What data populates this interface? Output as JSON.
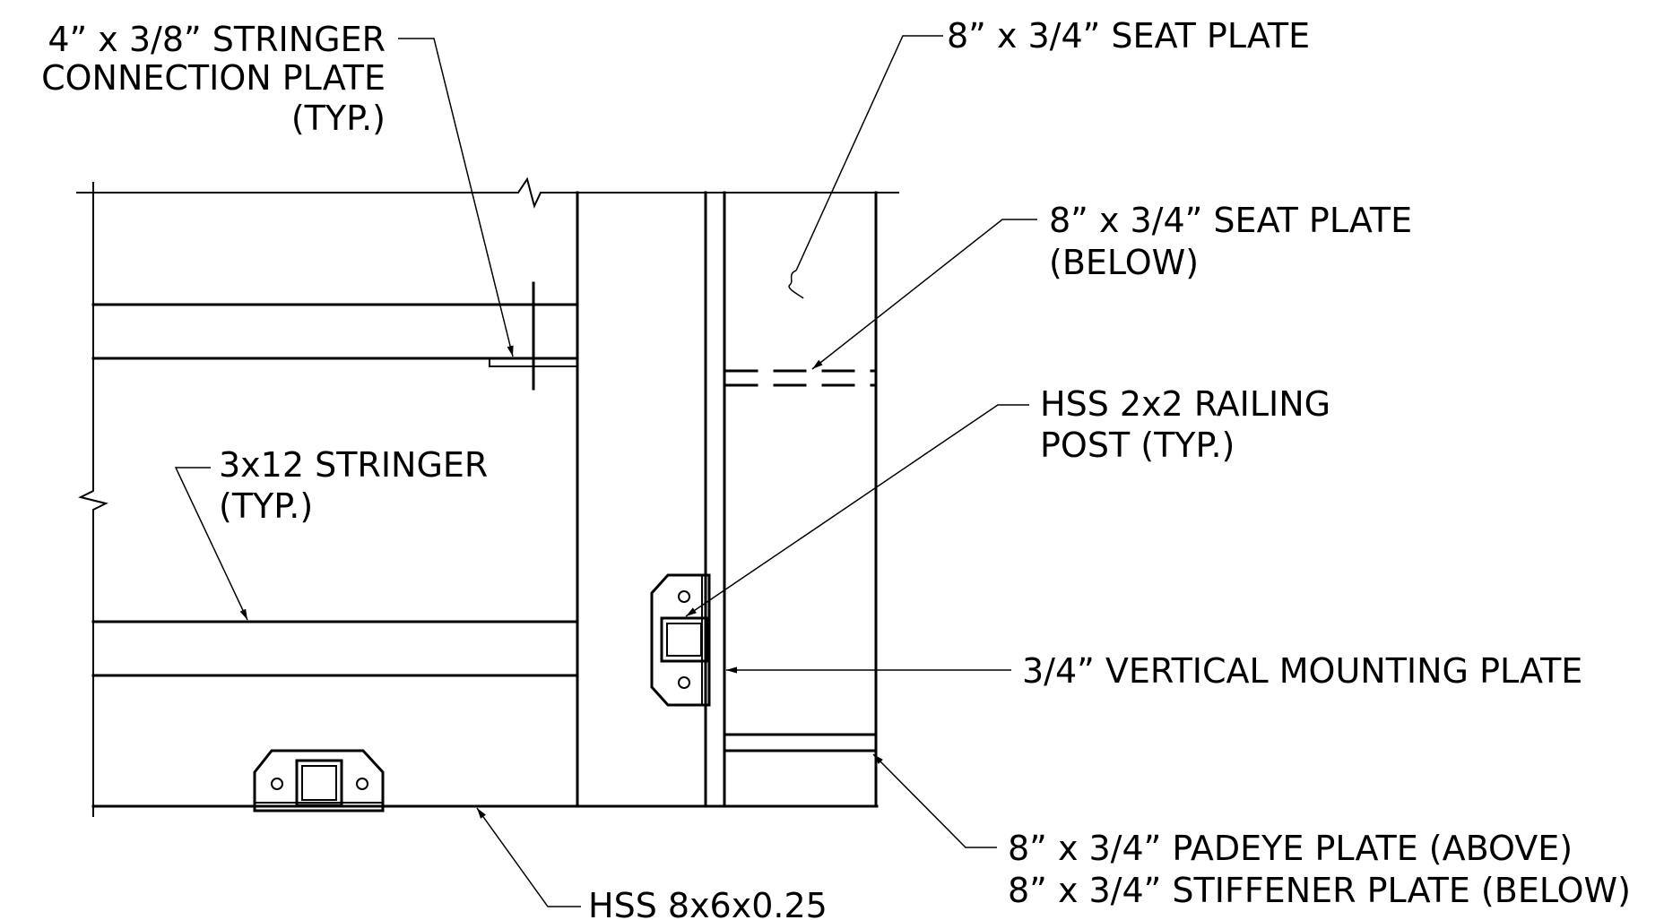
{
  "labels": {
    "stringer_conn": {
      "line1": "4” x 3/8” STRINGER",
      "line2": "CONNECTION PLATE",
      "line3": "(TYP.)"
    },
    "seat_top": {
      "line1": "8” x 3/4” SEAT PLATE"
    },
    "seat_below": {
      "line1": "8” x 3/4” SEAT PLATE",
      "line2": "(BELOW)"
    },
    "railing_post": {
      "line1": "HSS 2x2 RAILING",
      "line2": "POST (TYP.)"
    },
    "stringer": {
      "line1": "3x12 STRINGER",
      "line2": "(TYP.)"
    },
    "mounting": {
      "line1": "3/4” VERTICAL MOUNTING PLATE"
    },
    "padeye": {
      "line1": "8” x 3/4” PADEYE PLATE (ABOVE)",
      "line2": "8” x 3/4” STIFFENER PLATE (BELOW)"
    },
    "hss_beam": {
      "line1": "HSS 8x6x0.25"
    }
  }
}
